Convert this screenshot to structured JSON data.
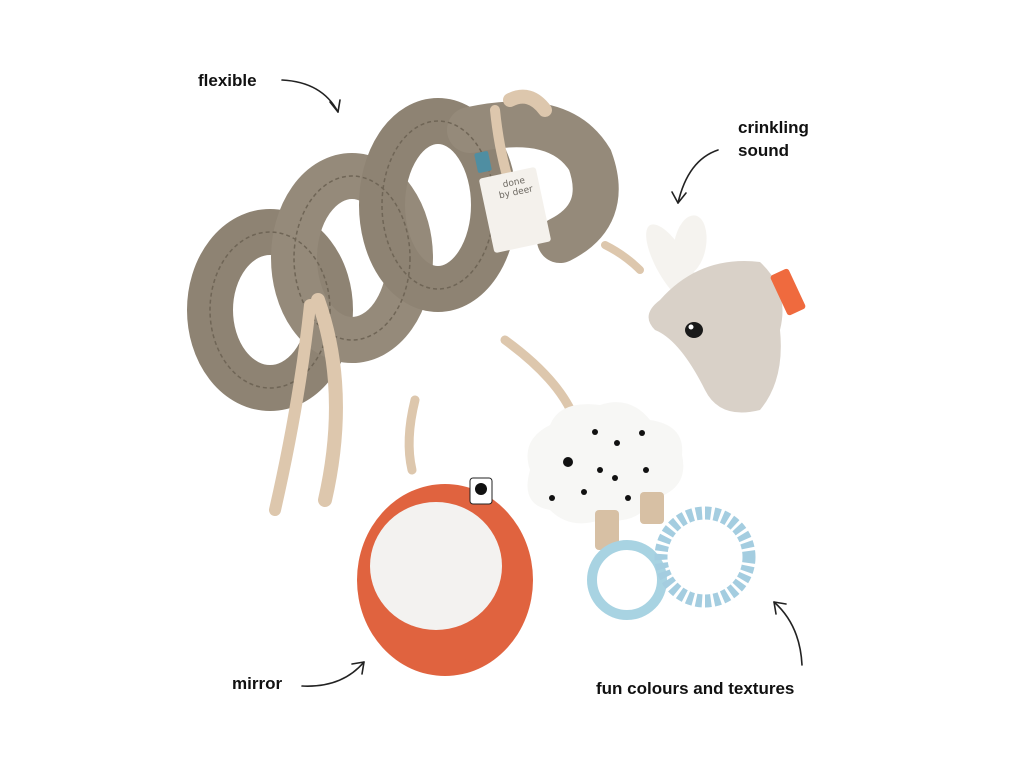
{
  "labels": {
    "flexible": "flexible",
    "crinkling_line1": "crinkling",
    "crinkling_line2": "sound",
    "mirror": "mirror",
    "fun": "fun colours and textures"
  },
  "brand_tag": {
    "line1": "done",
    "line2": "by deer"
  },
  "colors": {
    "spiral": "#8e8373",
    "spiral_dark": "#7b7061",
    "strap": "#ddc7ad",
    "mirror_frame": "#e0633f",
    "mirror_glass": "#f3f2f0",
    "cloud": "#f7f7f5",
    "bunny": "#d9d1c8",
    "teether": "#a8d3e2",
    "text": "#111111"
  }
}
